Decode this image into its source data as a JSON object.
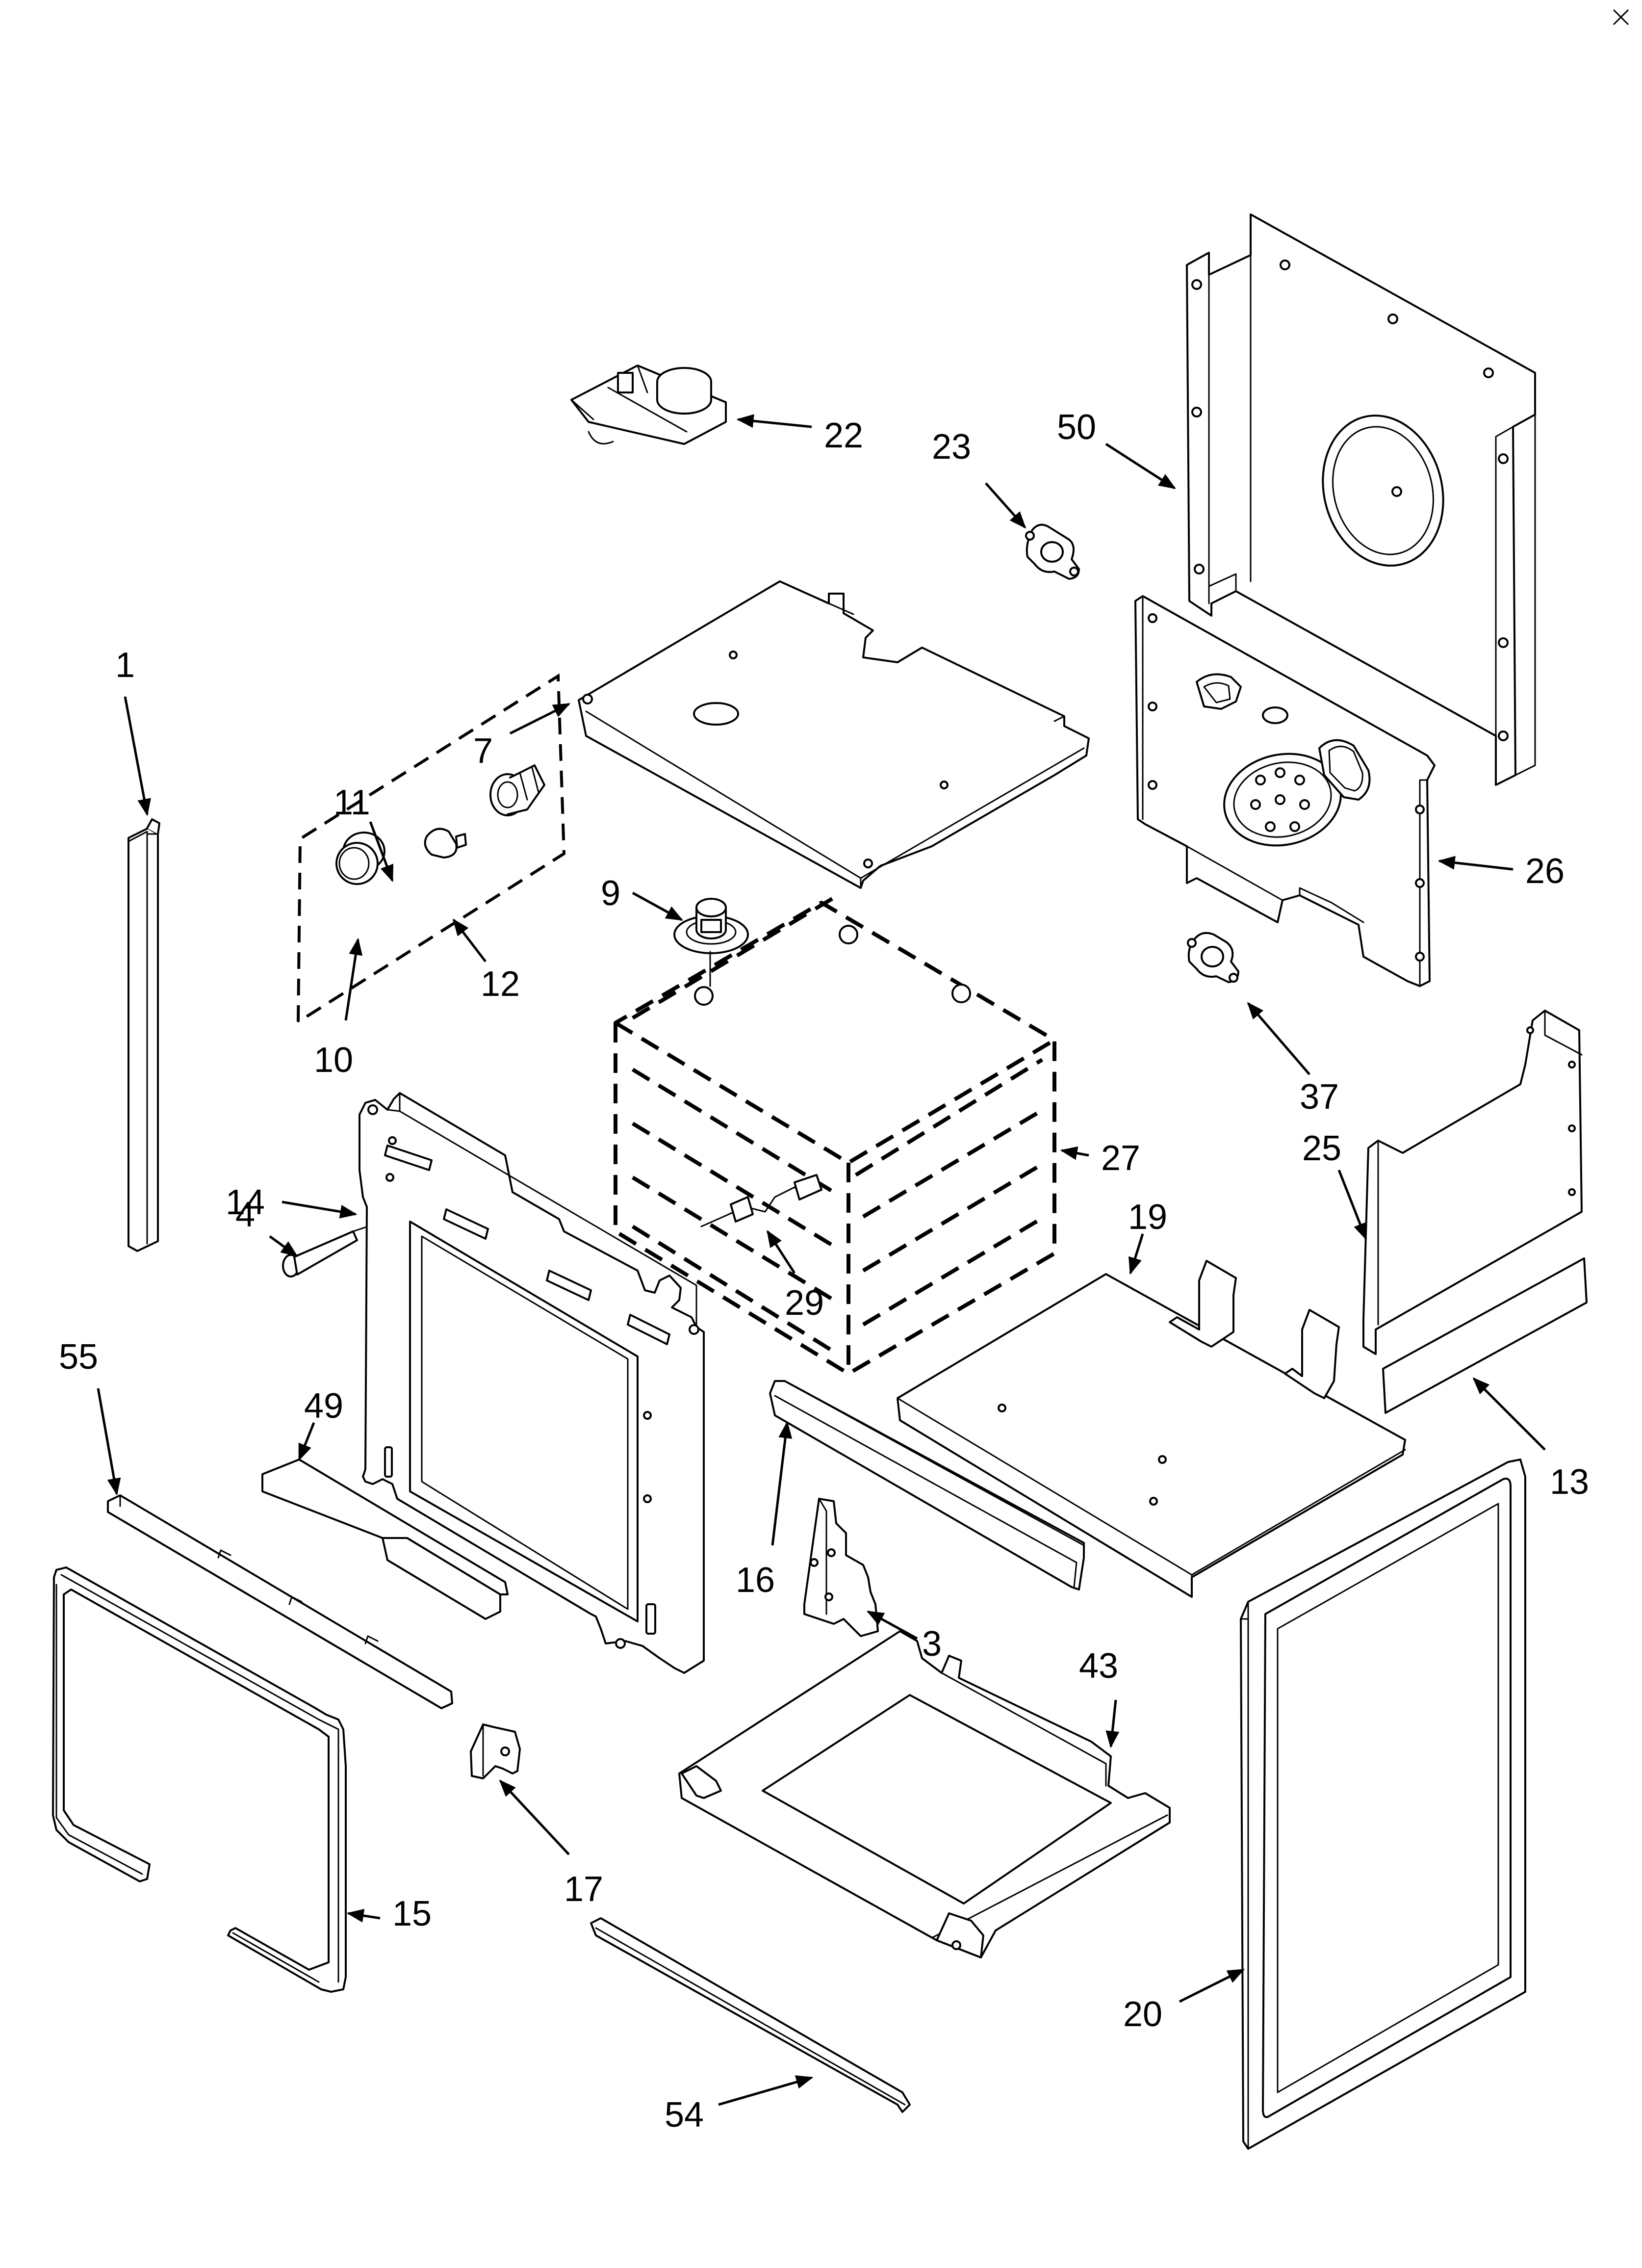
{
  "callouts": [
    "1",
    "3",
    "4",
    "7",
    "9",
    "10",
    "11",
    "12",
    "13",
    "14",
    "15",
    "16",
    "17",
    "19",
    "20",
    "22",
    "23",
    "25",
    "26",
    "27",
    "29",
    "37",
    "43",
    "49",
    "50",
    "54",
    "55"
  ]
}
